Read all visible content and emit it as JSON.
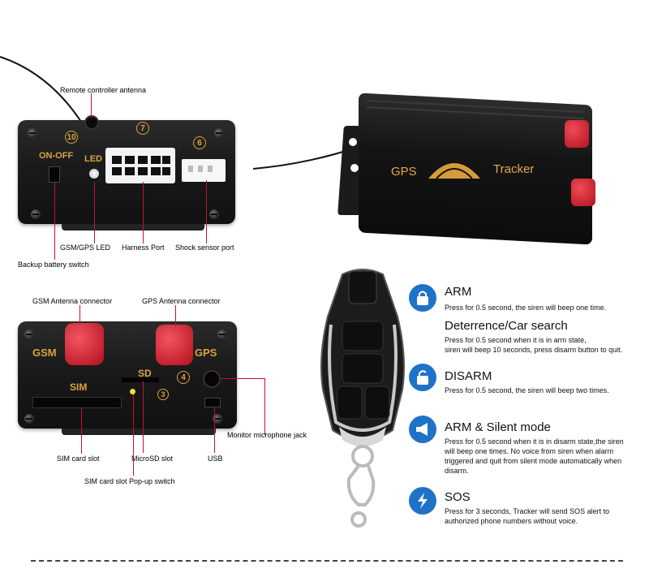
{
  "top_panel": {
    "callouts": {
      "remote_antenna": "Remote controller antenna",
      "gsm_gps_led": "GSM/GPS LED",
      "harness_port": "Harness Port",
      "shock_sensor_port": "Shock sensor port",
      "backup_battery_switch": "Backup battery switch"
    },
    "panel_labels": {
      "on_off": "ON-OFF",
      "led": "LED",
      "num_10": "10",
      "num_7": "7",
      "num_6": "6"
    }
  },
  "tracker_unit": {
    "label_left": "GPS",
    "label_right": "Tracker"
  },
  "bottom_panel": {
    "callouts": {
      "gsm_antenna": "GSM Antenna connector",
      "gps_antenna": "GPS Antenna connector",
      "monitor_mic": "Monitor microphone jack",
      "sim_slot": "SIM card slot",
      "microsd_slot": "MicroSD slot",
      "usb": "USB",
      "sim_popup": "SIM card slot Pop-up switch"
    },
    "panel_labels": {
      "gsm": "GSM",
      "gps": "GPS",
      "sim": "SIM",
      "sd": "SD",
      "num_4": "4",
      "num_3": "3"
    }
  },
  "features": [
    {
      "icon": "lock-icon",
      "title": "ARM",
      "desc": [
        "Press for 0.5 second, the siren will beep one time."
      ]
    },
    {
      "icon": "car-search-icon",
      "title": "Deterrence/Car search",
      "desc": [
        "Press for 0.5 second when it is in arm state,",
        "siren will beep 10 seconds, press disarm button to quit."
      ]
    },
    {
      "icon": "unlock-icon",
      "title": "DISARM",
      "desc": [
        "Press for 0.5 second, the siren will beep two times."
      ]
    },
    {
      "icon": "megaphone-icon",
      "title": "ARM & Silent mode",
      "desc": [
        "Press for 0.5 second when it is in disarm state,the siren",
        "will beep one times. No voice from siren when alarm",
        "triggered and quit from silent mode automatically when",
        "disarm."
      ]
    },
    {
      "icon": "lightning-icon",
      "title": "SOS",
      "desc": [
        "Press for 3 seconds, Tracker will send SOS alert to",
        "authorized phone numbers without voice."
      ]
    }
  ],
  "colors": {
    "accent_blue": "#1f73c7",
    "leader_red": "#c8102e",
    "label_gold": "#d9a441"
  }
}
